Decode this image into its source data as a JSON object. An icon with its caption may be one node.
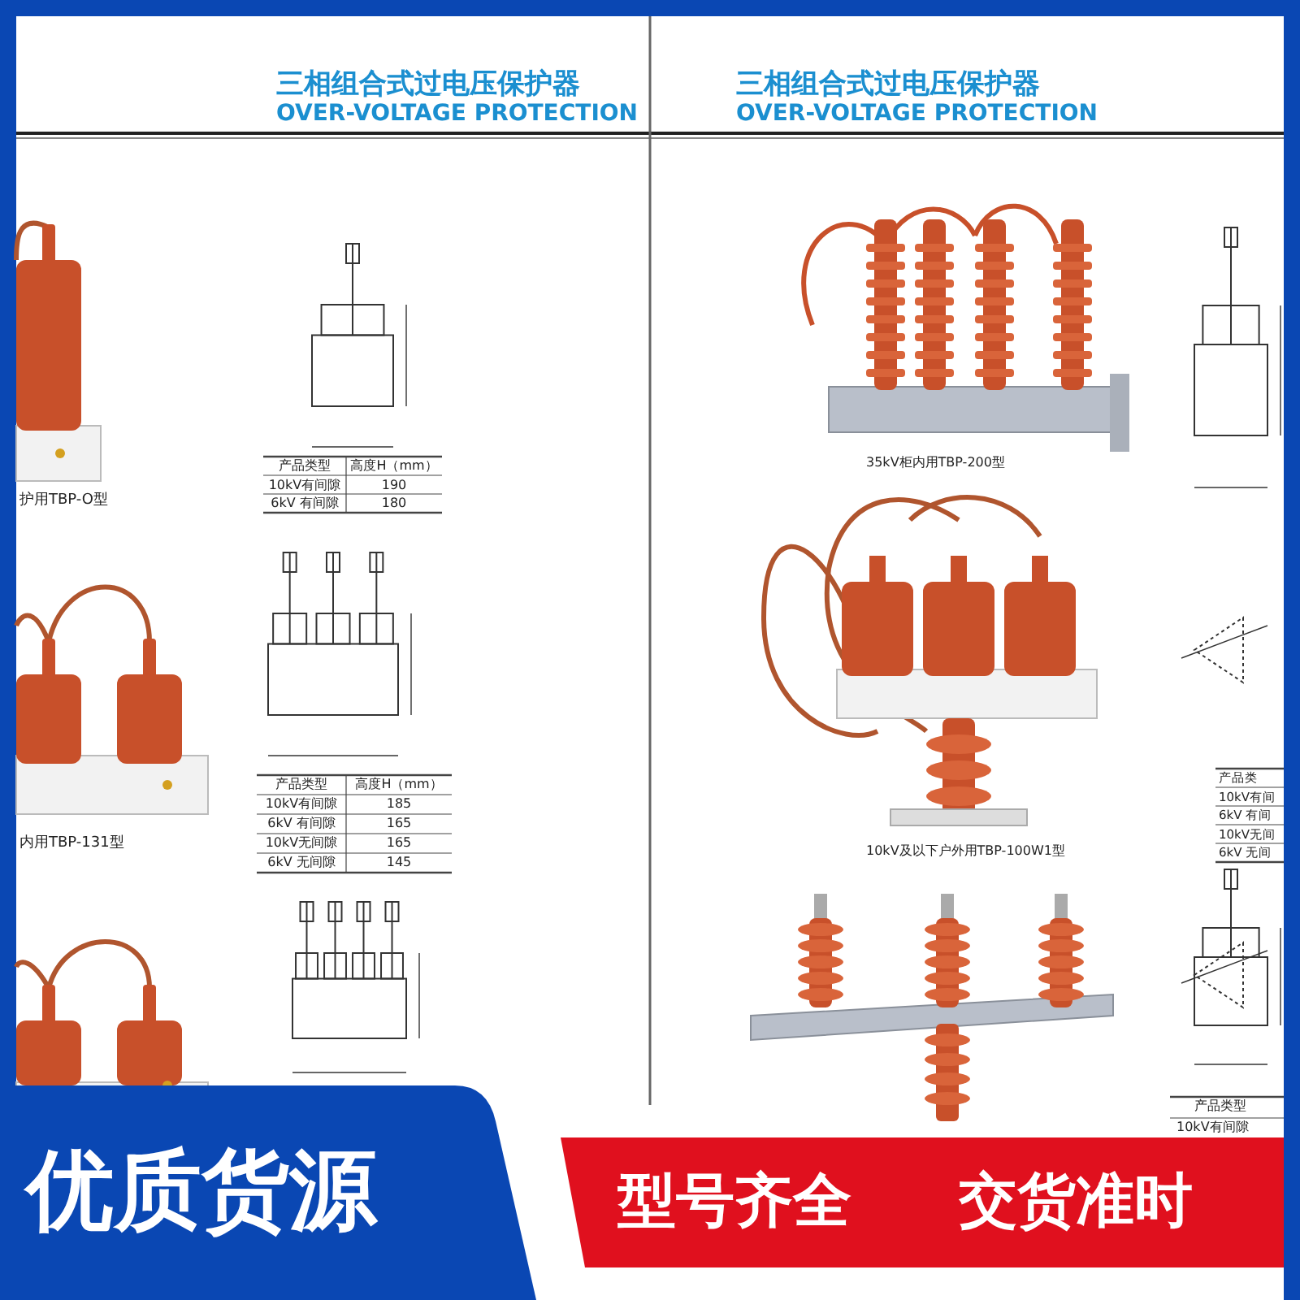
{
  "diagram": {
    "labels": [
      "三相组合式过电压保护器",
      "OVER-VOLTAGE PROTECTION",
      "三相组合式过电压保护器",
      "OVER-VOLTAGE PROTECTION",
      "护用TBP-O型",
      "产品类型",
      "高度H（mm）",
      "10kV有间隙",
      "190",
      "6kV 有间隙",
      "180",
      "内用TBP-131型",
      "产品类型",
      "高度H（mm）",
      "10kV有间隙",
      "185",
      "6kV 有间隙",
      "165",
      "10kV无间隙",
      "165",
      "6kV 无间隙",
      "145",
      "35kV柜内用TBP-200型",
      "10kV及以下户外用TBP-100W1型",
      "产品类",
      "10kV有间",
      "6kV 有间",
      "10kV无间",
      "6kV 无间",
      "产品类型",
      "10kV有间隙",
      "优质货源",
      "型号齐全",
      "交货准时"
    ]
  }
}
